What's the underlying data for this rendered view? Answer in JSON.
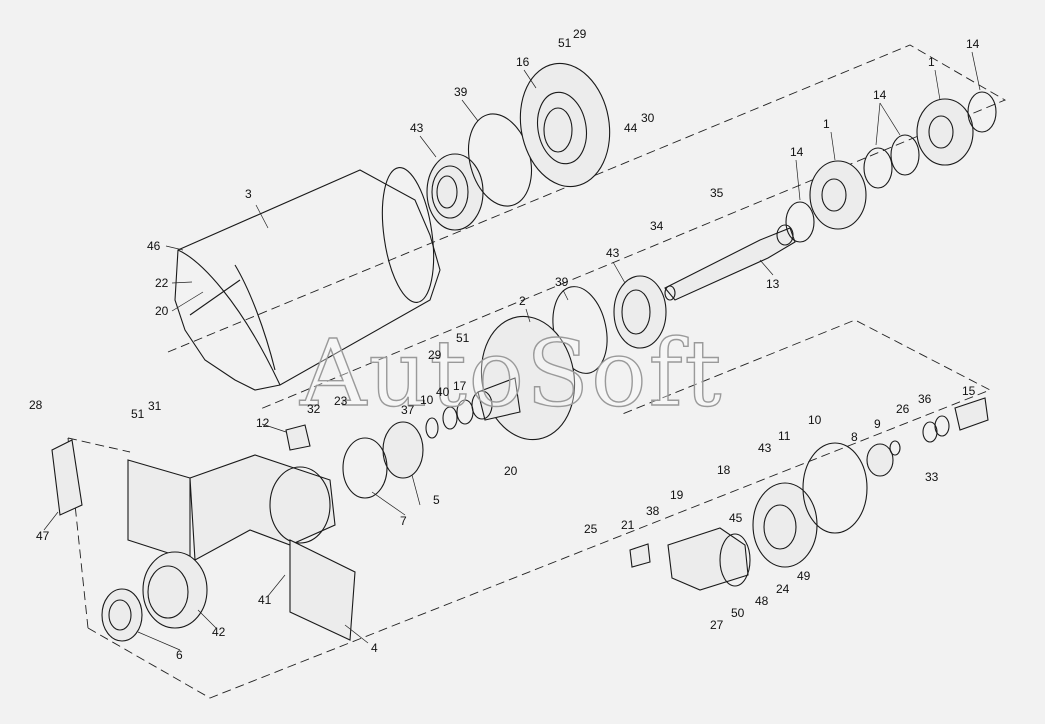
{
  "diagram": {
    "title": "",
    "watermark": "AutoSoft",
    "callouts": [
      {
        "id": "c28",
        "text": "28"
      },
      {
        "id": "c51a",
        "text": "51"
      },
      {
        "id": "c31",
        "text": "31"
      },
      {
        "id": "c47",
        "text": "47"
      },
      {
        "id": "c41",
        "text": "41"
      },
      {
        "id": "c42",
        "text": "42"
      },
      {
        "id": "c6",
        "text": "6"
      },
      {
        "id": "c4",
        "text": "4"
      },
      {
        "id": "c12",
        "text": "12"
      },
      {
        "id": "c32",
        "text": "32"
      },
      {
        "id": "c23",
        "text": "23"
      },
      {
        "id": "c37",
        "text": "37"
      },
      {
        "id": "c10a",
        "text": "10"
      },
      {
        "id": "c40",
        "text": "40"
      },
      {
        "id": "c17",
        "text": "17"
      },
      {
        "id": "c29a",
        "text": "29"
      },
      {
        "id": "c51b",
        "text": "51"
      },
      {
        "id": "c7",
        "text": "7"
      },
      {
        "id": "c5",
        "text": "5"
      },
      {
        "id": "c20a",
        "text": "20"
      },
      {
        "id": "c2",
        "text": "2"
      },
      {
        "id": "c39a",
        "text": "39"
      },
      {
        "id": "c43a",
        "text": "43"
      },
      {
        "id": "c34",
        "text": "34"
      },
      {
        "id": "c35",
        "text": "35"
      },
      {
        "id": "c13",
        "text": "13"
      },
      {
        "id": "c3",
        "text": "3"
      },
      {
        "id": "c46",
        "text": "46"
      },
      {
        "id": "c22",
        "text": "22"
      },
      {
        "id": "c20b",
        "text": "20"
      },
      {
        "id": "c43b",
        "text": "43"
      },
      {
        "id": "c39b",
        "text": "39"
      },
      {
        "id": "c16",
        "text": "16"
      },
      {
        "id": "c51c",
        "text": "51"
      },
      {
        "id": "c29b",
        "text": "29"
      },
      {
        "id": "c44",
        "text": "44"
      },
      {
        "id": "c30",
        "text": "30"
      },
      {
        "id": "c14a",
        "text": "14"
      },
      {
        "id": "c1a",
        "text": "1"
      },
      {
        "id": "c14b",
        "text": "14"
      },
      {
        "id": "c1b",
        "text": "1"
      },
      {
        "id": "c14c",
        "text": "14"
      },
      {
        "id": "c15",
        "text": "15"
      },
      {
        "id": "c36",
        "text": "36"
      },
      {
        "id": "c26",
        "text": "26"
      },
      {
        "id": "c9",
        "text": "9"
      },
      {
        "id": "c33",
        "text": "33"
      },
      {
        "id": "c8",
        "text": "8"
      },
      {
        "id": "c10b",
        "text": "10"
      },
      {
        "id": "c11",
        "text": "11"
      },
      {
        "id": "c43c",
        "text": "43"
      },
      {
        "id": "c18",
        "text": "18"
      },
      {
        "id": "c19",
        "text": "19"
      },
      {
        "id": "c45",
        "text": "45"
      },
      {
        "id": "c38",
        "text": "38"
      },
      {
        "id": "c21",
        "text": "21"
      },
      {
        "id": "c25",
        "text": "25"
      },
      {
        "id": "c24",
        "text": "24"
      },
      {
        "id": "c49",
        "text": "49"
      },
      {
        "id": "c48",
        "text": "48"
      },
      {
        "id": "c50",
        "text": "50"
      },
      {
        "id": "c27",
        "text": "27"
      }
    ]
  }
}
